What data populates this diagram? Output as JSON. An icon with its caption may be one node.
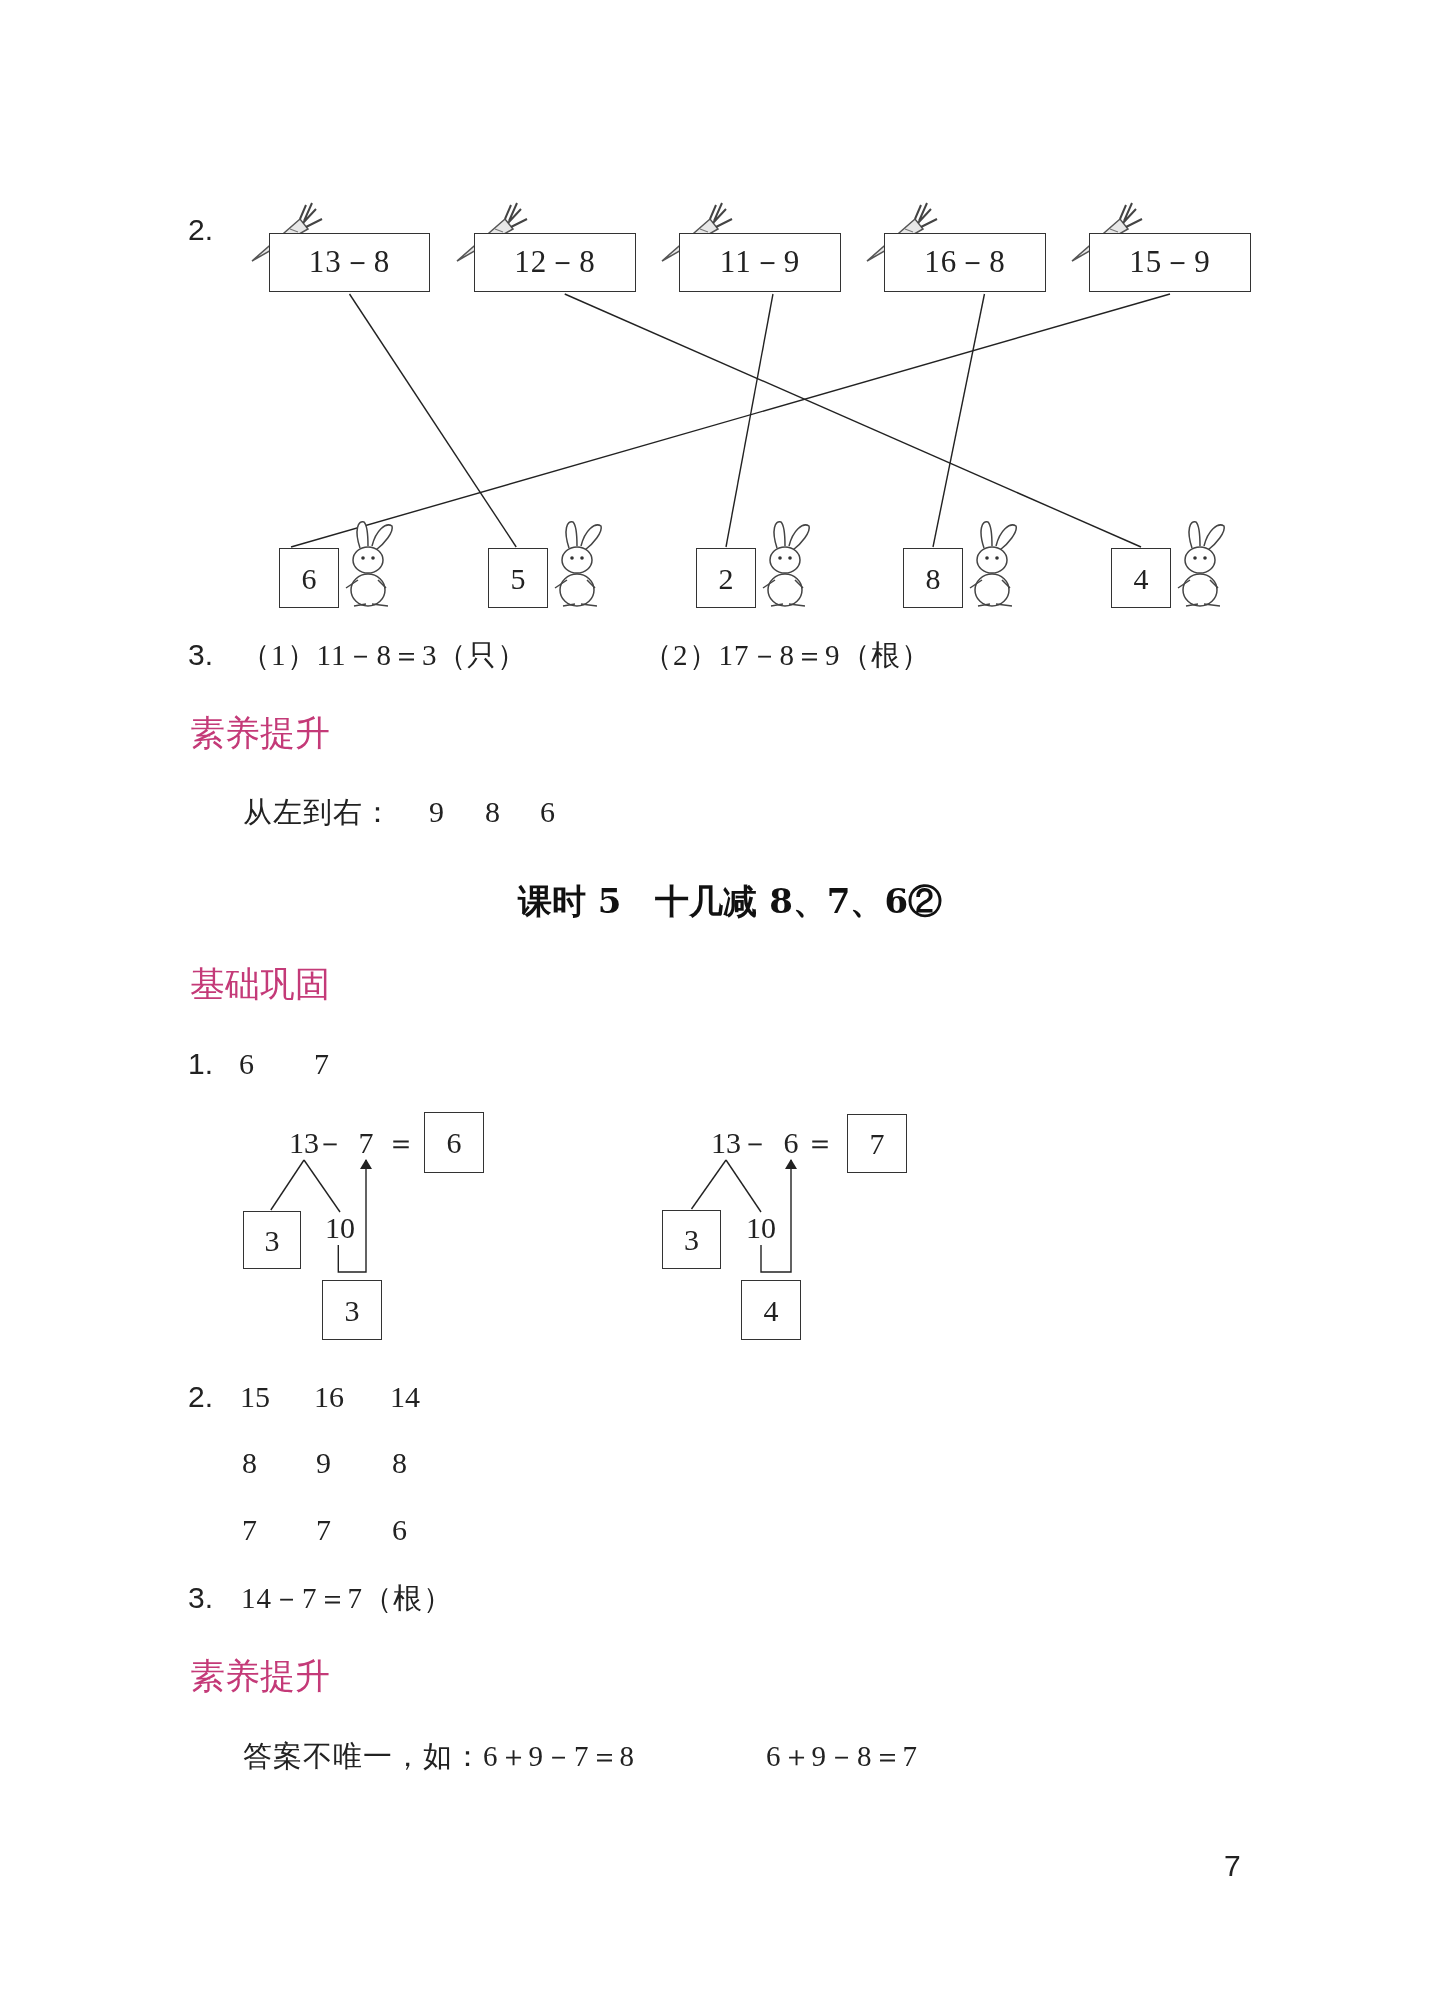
{
  "diagram": {
    "title": "课时 5　十几减 8、7、6②",
    "nodes": [
      {
        "text": [
          "13－8"
        ]
      },
      {
        "text": [
          "12－8"
        ]
      },
      {
        "text": [
          "11－9"
        ]
      },
      {
        "text": [
          "16－8"
        ]
      },
      {
        "text": [
          "15－9"
        ]
      },
      {
        "text": [
          "6"
        ]
      },
      {
        "text": [
          "5"
        ]
      },
      {
        "text": [
          "2"
        ]
      },
      {
        "text": [
          "8"
        ]
      },
      {
        "text": [
          "4"
        ]
      },
      {
        "text": [
          "13"
        ]
      },
      {
        "text": [
          "7"
        ]
      },
      {
        "text": [
          "6"
        ]
      },
      {
        "text": [
          "3"
        ]
      },
      {
        "text": [
          "10"
        ]
      },
      {
        "text": [
          "3"
        ]
      },
      {
        "text": [
          "13"
        ]
      },
      {
        "text": [
          "6"
        ]
      },
      {
        "text": [
          "7"
        ]
      },
      {
        "text": [
          "3"
        ]
      },
      {
        "text": [
          "10"
        ]
      },
      {
        "text": [
          "4"
        ]
      }
    ],
    "edges": [
      {
        "from": 0,
        "to": 6,
        "arrow": "none"
      },
      {
        "from": 1,
        "to": 9,
        "arrow": "none"
      },
      {
        "from": 2,
        "to": 7,
        "arrow": "none"
      },
      {
        "from": 3,
        "to": 8,
        "arrow": "none"
      },
      {
        "from": 4,
        "to": 5,
        "arrow": "none"
      },
      {
        "from": 10,
        "to": 13,
        "arrow": "none"
      },
      {
        "from": 10,
        "to": 14,
        "arrow": "none"
      },
      {
        "from": 14,
        "to": 11,
        "arrow": "to"
      },
      {
        "from": 16,
        "to": 19,
        "arrow": "none"
      },
      {
        "from": 16,
        "to": 20,
        "arrow": "none"
      },
      {
        "from": 20,
        "to": 17,
        "arrow": "to"
      }
    ],
    "labels": [
      "2.",
      "3.",
      "（1）11－8＝3（只）",
      "（2）17－8＝9（根）",
      "素养提升",
      "从左到右：",
      "9",
      "8",
      "6",
      "基础巩固",
      "1.",
      "6",
      "7",
      "－",
      "＝",
      "－",
      "＝",
      "2.",
      "15",
      "16",
      "14",
      "8",
      "9",
      "8",
      "7",
      "7",
      "6",
      "3.",
      "14－7＝7（根）",
      "素养提升",
      "答案不唯一，如：6＋9－7＝8",
      "6＋9－8＝7",
      "7"
    ]
  }
}
